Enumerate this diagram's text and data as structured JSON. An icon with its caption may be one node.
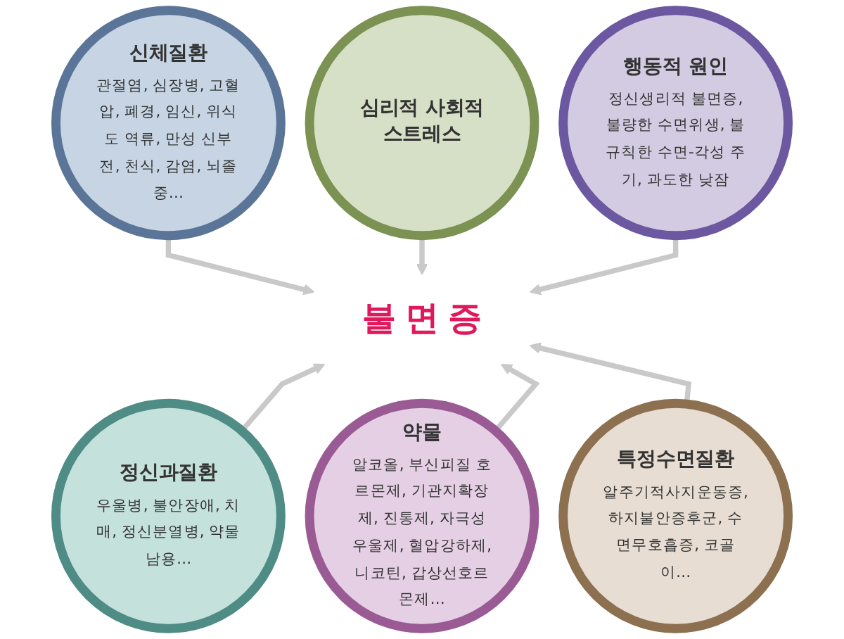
{
  "diagram": {
    "nodes": [
      {
        "text": [
          "신체질환",
          "관절염, 심장병, 고혈압, 폐경, 임신, 위식도 역류, 만성 신부전, 천식, 감염, 뇌졸중…"
        ]
      },
      {
        "text": [
          "심리적 사회적 스트레스"
        ]
      },
      {
        "text": [
          "행동적 원인",
          "정신생리적 불면증, 불량한 수면위생, 불규칙한 수면-각성 주기, 과도한 낮잠"
        ]
      },
      {
        "text": [
          "불면증"
        ]
      },
      {
        "text": [
          "정신과질환",
          "우울병, 불안장애, 치매, 정신분열병, 약물남용…"
        ]
      },
      {
        "text": [
          "약물",
          "알코올, 부신피질 호르몬제, 기관지확장제, 진통제, 자극성 우울제, 혈압강하제, 니코틴, 갑상선호르몬제…"
        ]
      },
      {
        "text": [
          "특정수면질환",
          "알주기적사지운동증, 하지불안증후군, 수면무호흡증, 코골이…"
        ]
      }
    ],
    "edges": [
      {
        "from": 0,
        "to": 3,
        "arrow": "to"
      },
      {
        "from": 1,
        "to": 3,
        "arrow": "to"
      },
      {
        "from": 2,
        "to": 3,
        "arrow": "to"
      },
      {
        "from": 4,
        "to": 3,
        "arrow": "to"
      },
      {
        "from": 5,
        "to": 3,
        "arrow": "to"
      },
      {
        "from": 6,
        "to": 3,
        "arrow": "to"
      }
    ]
  }
}
